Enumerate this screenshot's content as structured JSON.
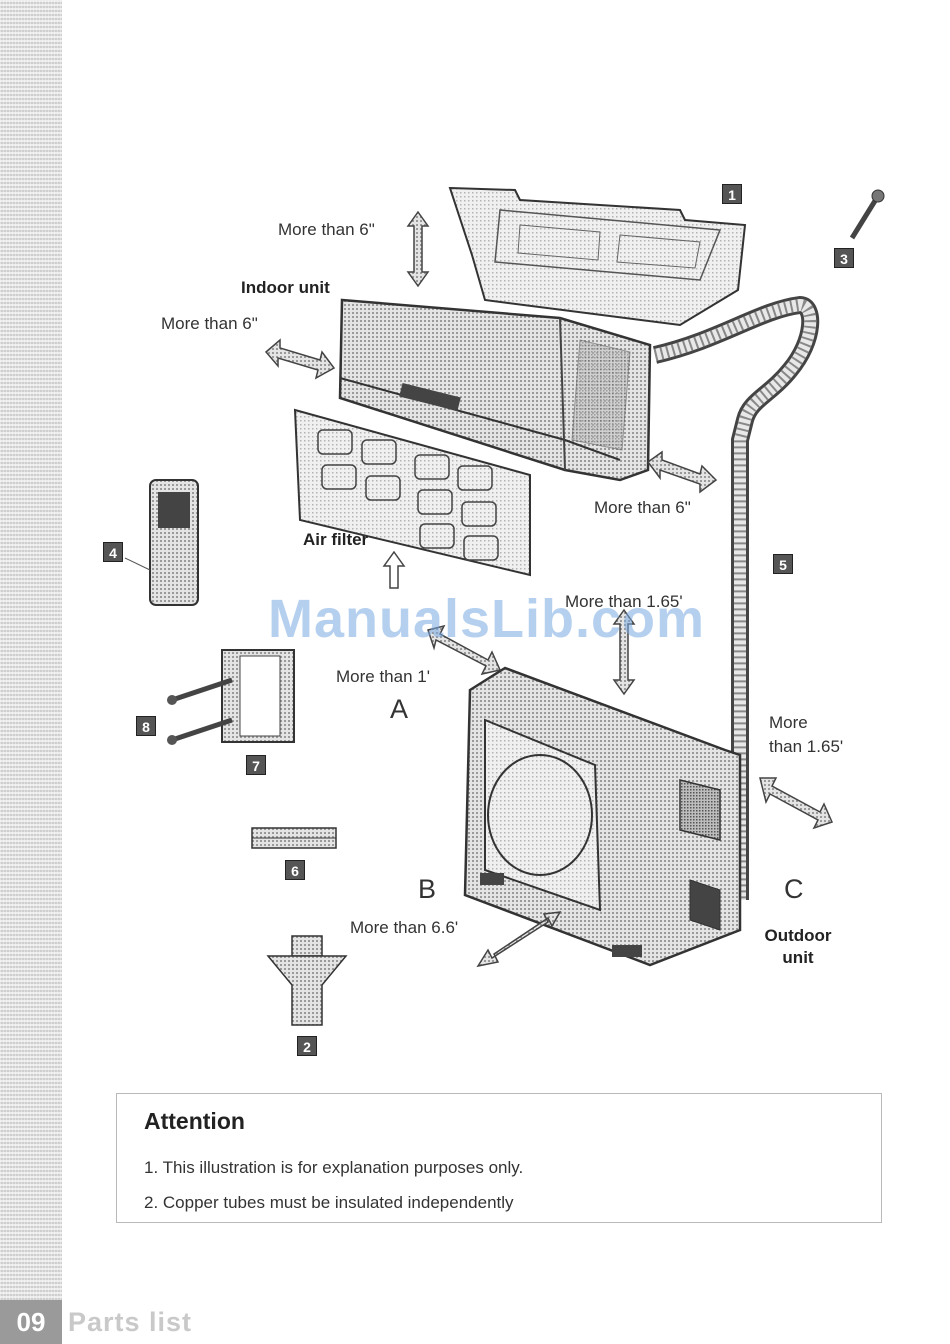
{
  "labels": {
    "clearance_top": "More than 6\"",
    "indoor_unit": "Indoor unit",
    "clearance_left": "More than 6\"",
    "clearance_right": "More than 6\"",
    "air_filter": "Air filter",
    "clearance_rear": "More than 1.65'",
    "clearance_a": "More than 1'",
    "letter_a": "A",
    "letter_b": "B",
    "letter_c": "C",
    "clearance_side_line1": "More",
    "clearance_side_line2": "than 1.65'",
    "clearance_front": "More than 6.6'",
    "outdoor_unit_line1": "Outdoor",
    "outdoor_unit_line2": "unit"
  },
  "parts": {
    "p1": "1",
    "p2": "2",
    "p3": "3",
    "p4": "4",
    "p5": "5",
    "p6": "6",
    "p7": "7",
    "p8": "8"
  },
  "watermark": "ManualsLib.com",
  "attention": {
    "heading": "Attention",
    "items": [
      "1.  This illustration is for explanation purposes only.",
      "2.  Copper tubes must be insulated independently"
    ]
  },
  "footer": {
    "page_number": "09",
    "section_title": "Parts list"
  }
}
